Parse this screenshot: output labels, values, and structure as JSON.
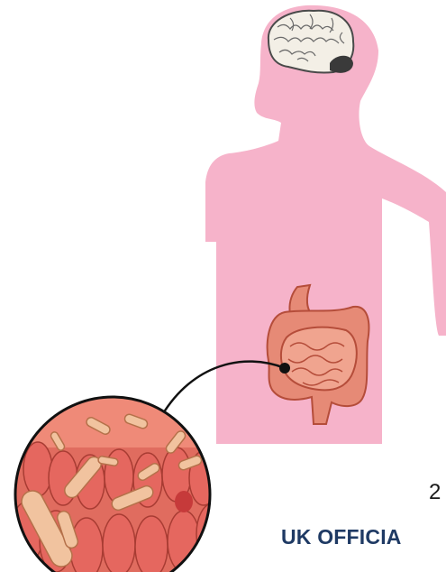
{
  "slide": {
    "page_number": "2",
    "classification": "UK OFFICIA"
  },
  "illustration": {
    "body_color": "#f6b3ca",
    "brain_color": "#f3efe6",
    "cerebellum_color": "#3a3a3a",
    "intestine_color": "#e68a76",
    "intestine_outline": "#b54d3a",
    "gut_wall_color": "#e5675f",
    "bacteria_color": "#f1c39f",
    "connector_color": "#111111",
    "icons": [
      "human-silhouette",
      "brain-icon",
      "intestines-icon",
      "gut-microbiome-icon"
    ]
  }
}
